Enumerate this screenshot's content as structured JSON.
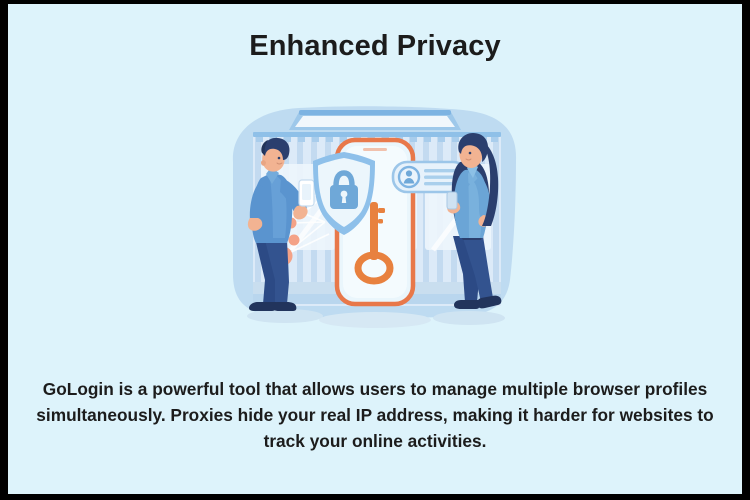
{
  "page": {
    "background_color": "#ddf3fb",
    "border_color": "#000000",
    "text_color": "#1c1c1c"
  },
  "header": {
    "title": "Enhanced Privacy"
  },
  "body": {
    "paragraph": "GoLogin is a powerful tool that allows users to manage multiple browser profiles simultaneously. Proxies hide your real IP address, making it harder for websites to track your online activities."
  },
  "illustration": {
    "name": "enhanced-privacy-illustration",
    "description": "Flat vector scene: two people with smartphones in front of a storefront, a large orange-outlined phone holding a blue shield with padlock and an orange key, plus a floating user profile card.",
    "colors": {
      "blob": "#b9d6ee",
      "storefront_light": "#dceaf8",
      "storefront_stripe": "#c3daf0",
      "awning": "#8fc0e8",
      "phone_outline": "#e8784a",
      "phone_fill": "#eaf6fc",
      "shield_border": "#8ec0ea",
      "shield_fill": "#ecf6fc",
      "lock": "#6fa8d8",
      "key": "#e8813f",
      "skin": "#f2b392",
      "hair_dark": "#2b3f6e",
      "shirt_blue": "#5a94cf",
      "shirt_light_blue": "#74abdb",
      "jeans": "#33538f",
      "shoes": "#22345c",
      "bubble": "#f4a287",
      "shadow": "#cfe4f2",
      "card_fill": "#e7f2fb",
      "card_line": "#9cc6e9"
    },
    "elements": [
      "background-blob",
      "storefront-awning",
      "storefront-stripes",
      "man-figure",
      "woman-figure",
      "center-phone",
      "shield-lock-icon",
      "key-icon",
      "profile-card",
      "network-bubbles",
      "ground-shadows"
    ]
  }
}
